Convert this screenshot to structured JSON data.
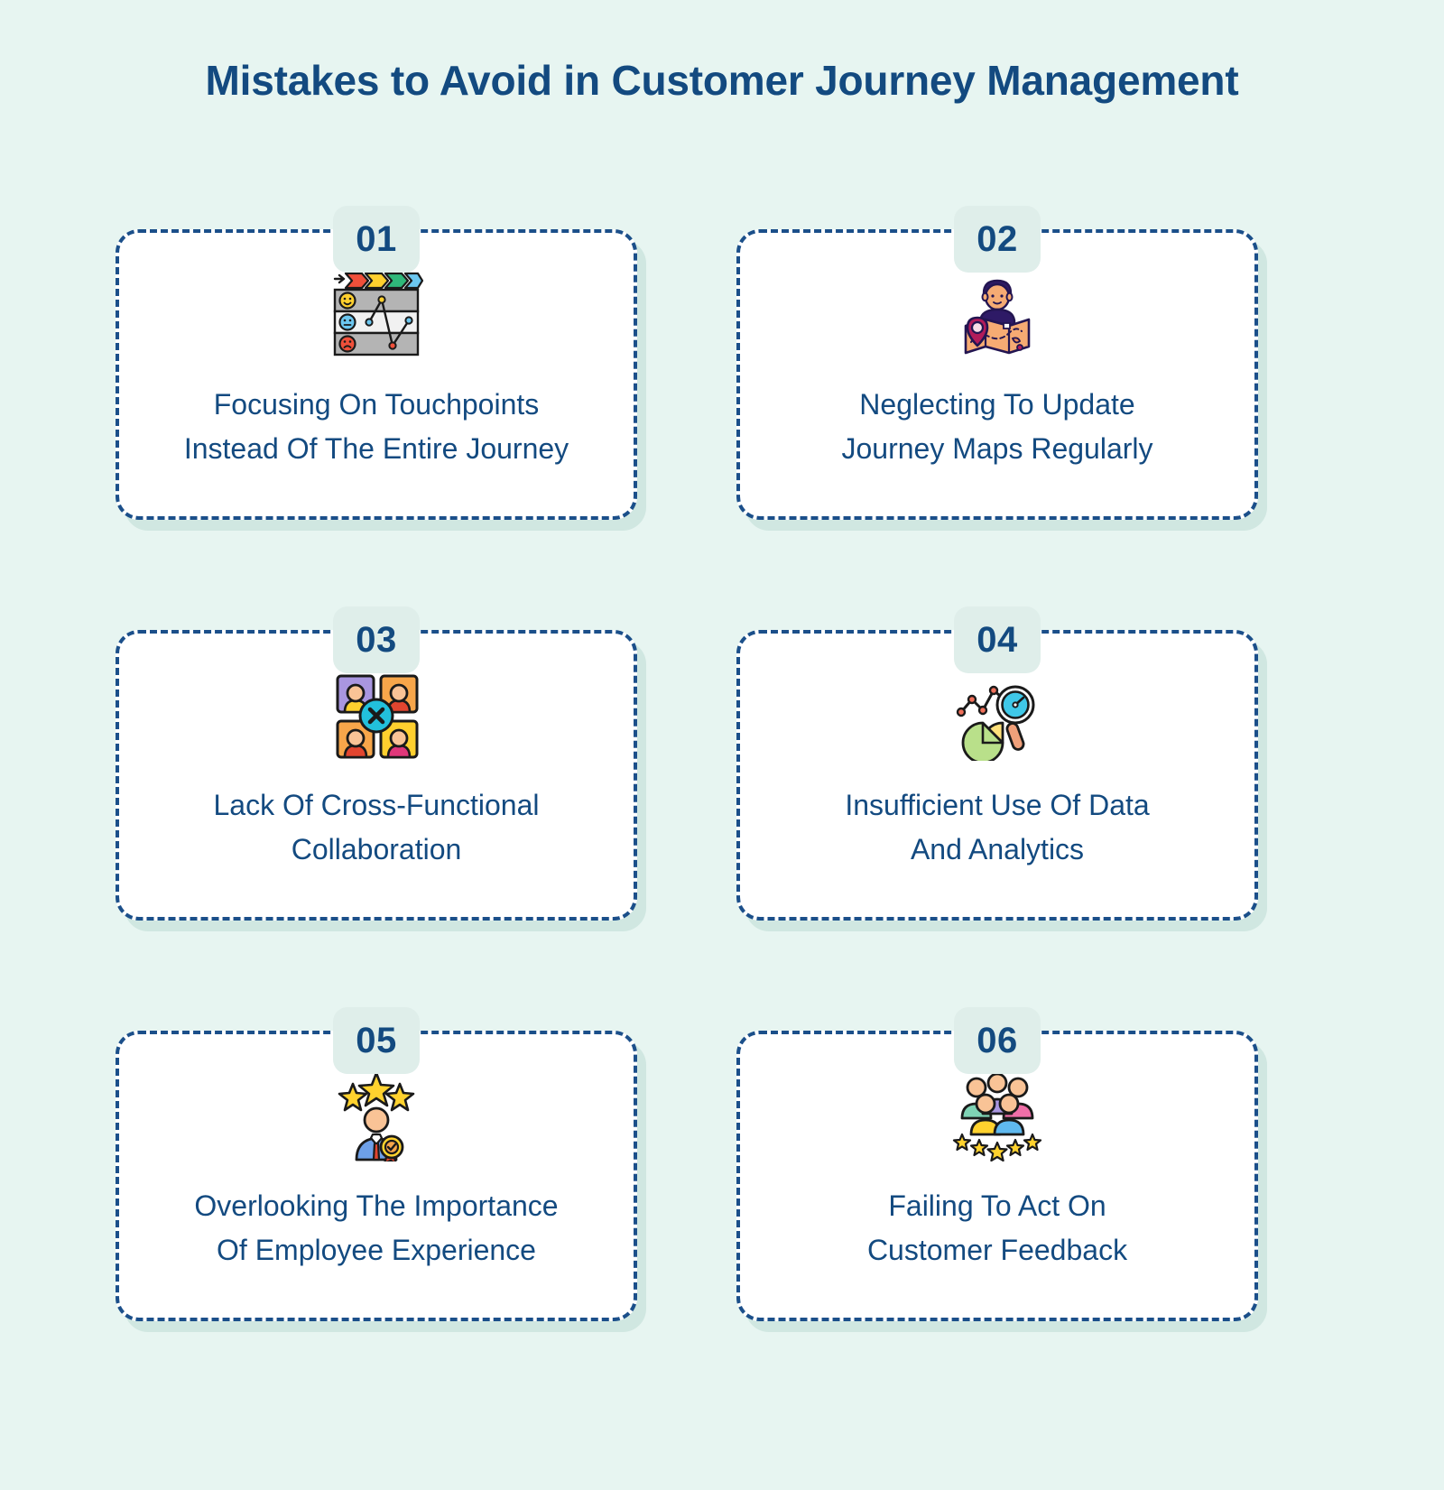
{
  "header": {
    "title": "Mistakes to Avoid in Customer Journey Management"
  },
  "theme": {
    "background": "#e7f5f1",
    "title_color": "#134a80",
    "card_background": "#ffffff",
    "card_border": "#1b4f8a",
    "badge_background": "#dfeeea",
    "badge_text": "#134a80",
    "card_shadow": "#cbe4de"
  },
  "cards": [
    {
      "number": "01",
      "label": "Focusing On Touchpoints\nInstead Of The Entire Journey",
      "icon": "journey-map-chart-icon"
    },
    {
      "number": "02",
      "label": "Neglecting To Update\nJourney Maps Regularly",
      "icon": "person-holding-map-icon"
    },
    {
      "number": "03",
      "label": "Lack Of Cross-Functional\nCollaboration",
      "icon": "team-network-icon"
    },
    {
      "number": "04",
      "label": "Insufficient Use Of Data\nAnd Analytics",
      "icon": "data-analytics-magnifier-icon"
    },
    {
      "number": "05",
      "label": "Overlooking The Importance\nOf Employee Experience",
      "icon": "employee-award-stars-icon"
    },
    {
      "number": "06",
      "label": "Failing To Act On\nCustomer Feedback",
      "icon": "customer-group-rating-icon"
    }
  ]
}
